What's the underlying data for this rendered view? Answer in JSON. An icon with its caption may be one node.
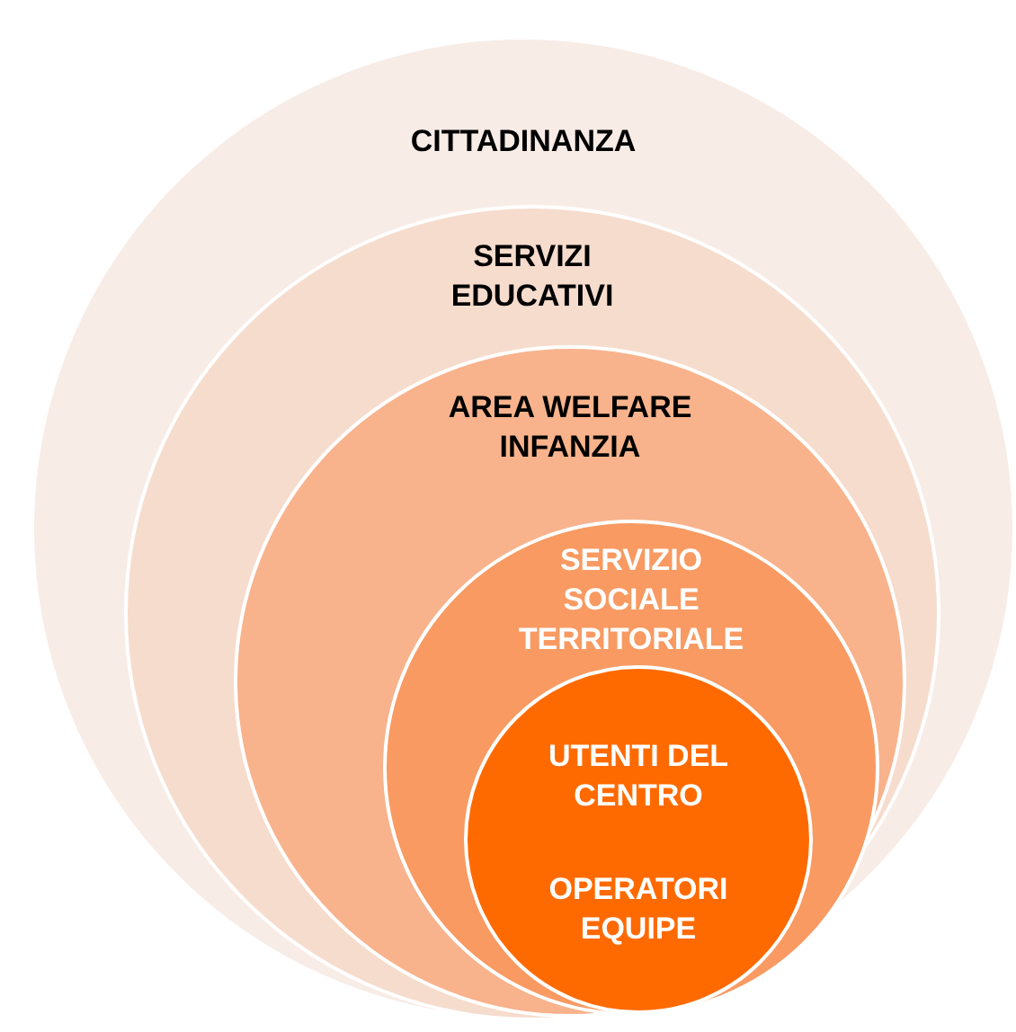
{
  "diagram": {
    "nodes": [
      {
        "text": [
          "CITTADINANZA"
        ]
      },
      {
        "text": [
          "SERVIZI EDUCATIVI"
        ],
        "in": 0
      },
      {
        "text": [
          "AREA WELFARE INFANZIA"
        ],
        "in": 1
      },
      {
        "text": [
          "SERVIZIO SOCIALE TERRITORIALE"
        ],
        "in": 2
      },
      {
        "text": [
          "UTENTI DEL CENTRO",
          "OPERATORI EQUIPE"
        ],
        "in": 3
      }
    ]
  }
}
